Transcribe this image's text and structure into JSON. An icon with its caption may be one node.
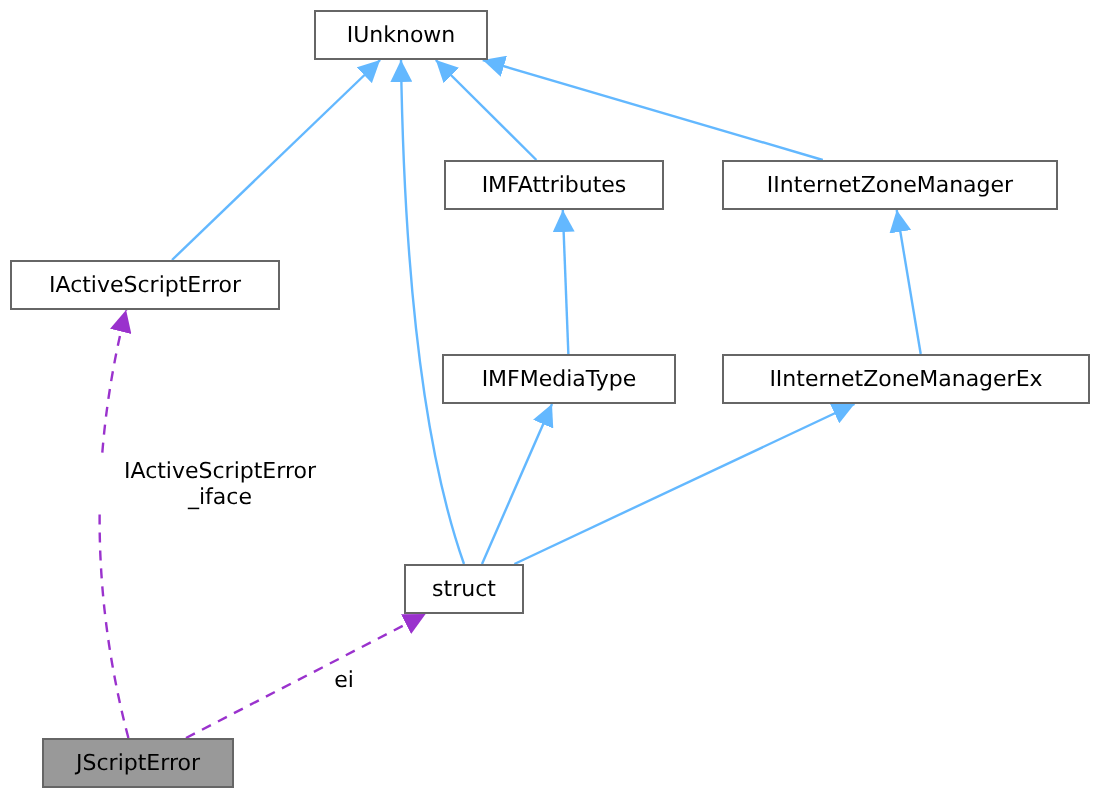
{
  "diagram": {
    "nodes": [
      {
        "text": [
          "IUnknown"
        ]
      },
      {
        "text": [
          "IMFAttributes"
        ]
      },
      {
        "text": [
          "IInternetZoneManager"
        ]
      },
      {
        "text": [
          "IActiveScriptError"
        ]
      },
      {
        "text": [
          "IMFMediaType"
        ]
      },
      {
        "text": [
          "IInternetZoneManagerEx"
        ]
      },
      {
        "text": [
          "struct"
        ]
      },
      {
        "text": [
          "JScriptError"
        ]
      }
    ],
    "edges": [
      {
        "from": 3,
        "to": 0,
        "arrow": "to"
      },
      {
        "from": 6,
        "to": 0,
        "arrow": "to"
      },
      {
        "from": 1,
        "to": 0,
        "arrow": "to"
      },
      {
        "from": 2,
        "to": 0,
        "arrow": "to"
      },
      {
        "from": 4,
        "to": 1,
        "arrow": "to"
      },
      {
        "from": 5,
        "to": 2,
        "arrow": "to"
      },
      {
        "from": 6,
        "to": 4,
        "arrow": "to"
      },
      {
        "from": 6,
        "to": 5,
        "arrow": "to"
      },
      {
        "from": 7,
        "to": 3,
        "arrow": "to",
        "label": "IActiveScriptError _iface",
        "style": "dashed",
        "color": "#9a32cd"
      },
      {
        "from": 7,
        "to": 6,
        "arrow": "to",
        "label": "ei",
        "style": "dashed",
        "color": "#9a32cd"
      }
    ]
  }
}
